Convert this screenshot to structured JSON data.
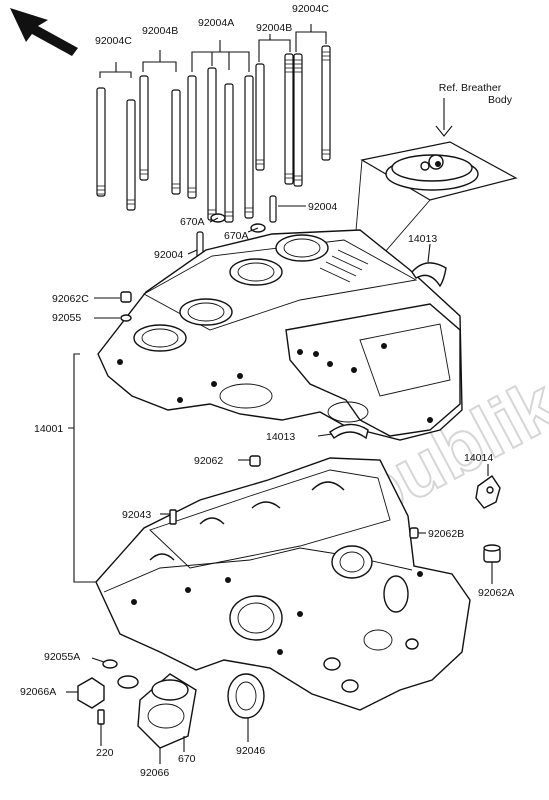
{
  "labels": {
    "p92004C_a": "92004C",
    "p92004B": "92004B",
    "p92004A": "92004A",
    "p92004B_b": "92004B",
    "p92004C_b": "92004C",
    "ref_breather_1": "Ref. Breather",
    "ref_breather_2": "Body",
    "p92004_r": "92004",
    "p670A_a": "670A",
    "p670A_b": "670A",
    "p92004_l": "92004",
    "p14013_top": "14013",
    "p92062C": "92062C",
    "p92055": "92055",
    "p14001": "14001",
    "p14013_mid": "14013",
    "p92062": "92062",
    "p14014": "14014",
    "p92043": "92043",
    "p92062B": "92062B",
    "p92062A": "92062A",
    "p92055A": "92055A",
    "p92066A": "92066A",
    "p220": "220",
    "p92066": "92066",
    "p670": "670",
    "p92046": "92046"
  },
  "watermark": "Partsrepublik"
}
